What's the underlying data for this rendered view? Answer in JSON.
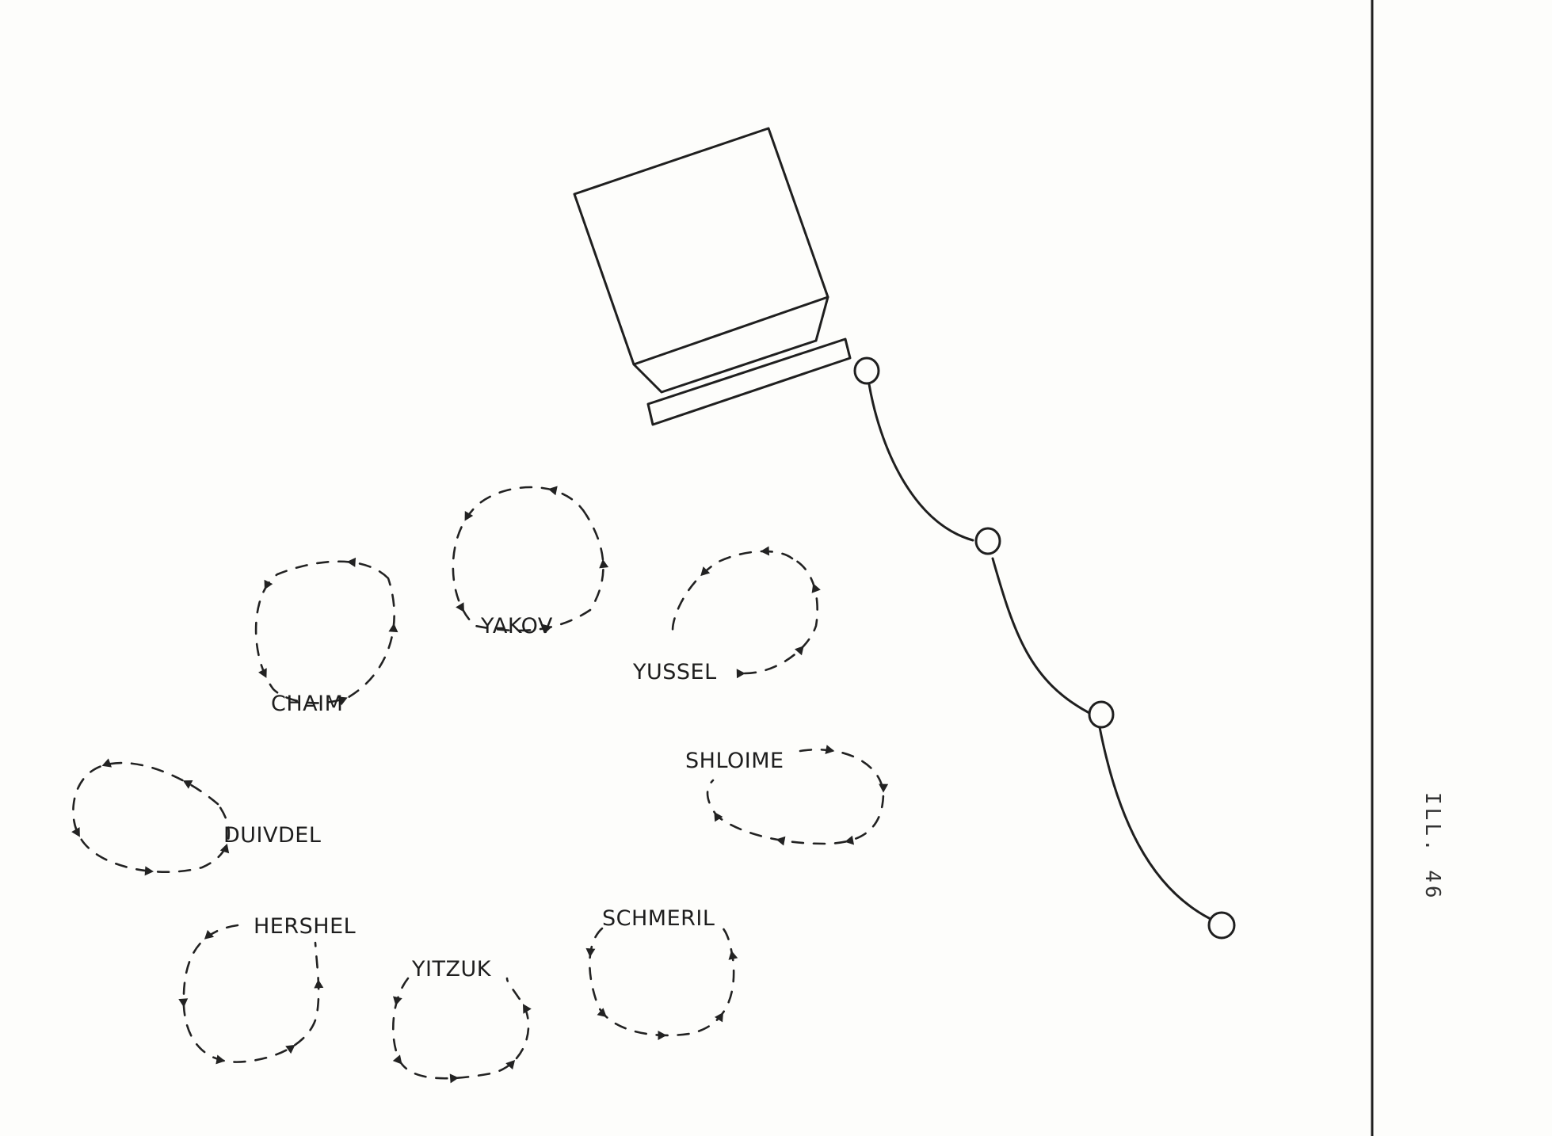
{
  "figure": {
    "caption": "ILL. 46",
    "people": [
      {
        "id": "chaim",
        "label": "CHAIM"
      },
      {
        "id": "yakov",
        "label": "YAKOV"
      },
      {
        "id": "yussel",
        "label": "YUSSEL"
      },
      {
        "id": "duivdel",
        "label": "DUIVDEL"
      },
      {
        "id": "shloime",
        "label": "SHLOIME"
      },
      {
        "id": "hershel",
        "label": "HERSHEL"
      },
      {
        "id": "yitzuk",
        "label": "YITZUK"
      },
      {
        "id": "schmeril",
        "label": "SCHMERIL"
      }
    ]
  }
}
